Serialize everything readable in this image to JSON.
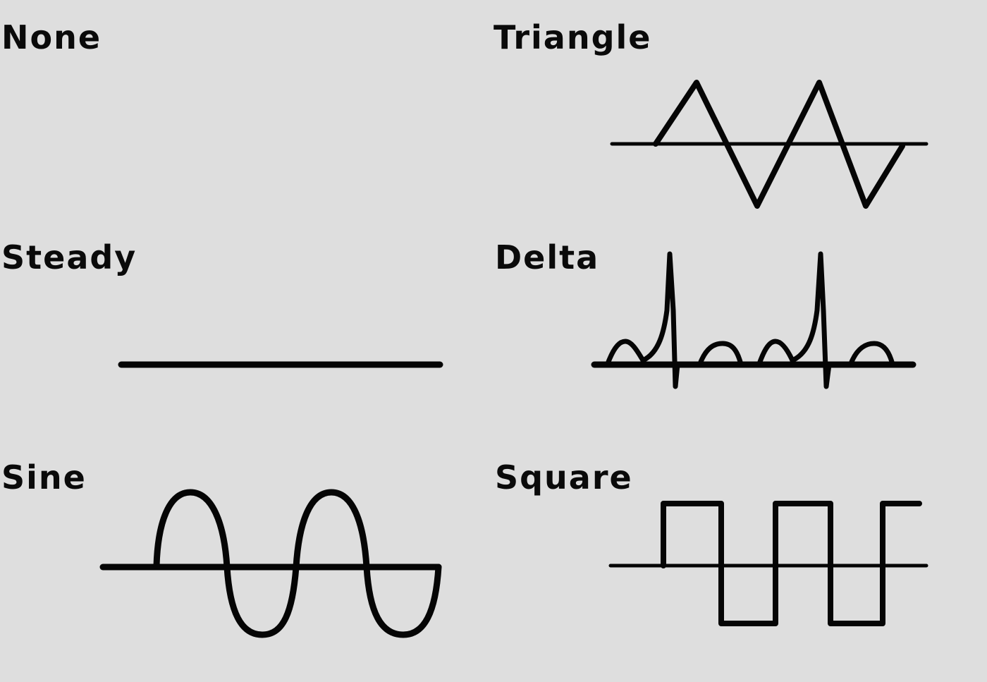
{
  "panels": [
    {
      "id": "none",
      "label": "None"
    },
    {
      "id": "triangle",
      "label": "Triangle"
    },
    {
      "id": "steady",
      "label": "Steady"
    },
    {
      "id": "delta",
      "label": "Delta"
    },
    {
      "id": "sine",
      "label": "Sine"
    },
    {
      "id": "square",
      "label": "Square"
    }
  ],
  "colors": {
    "background": "#dedede",
    "stroke": "#050505",
    "text": "#0a0a0a"
  }
}
